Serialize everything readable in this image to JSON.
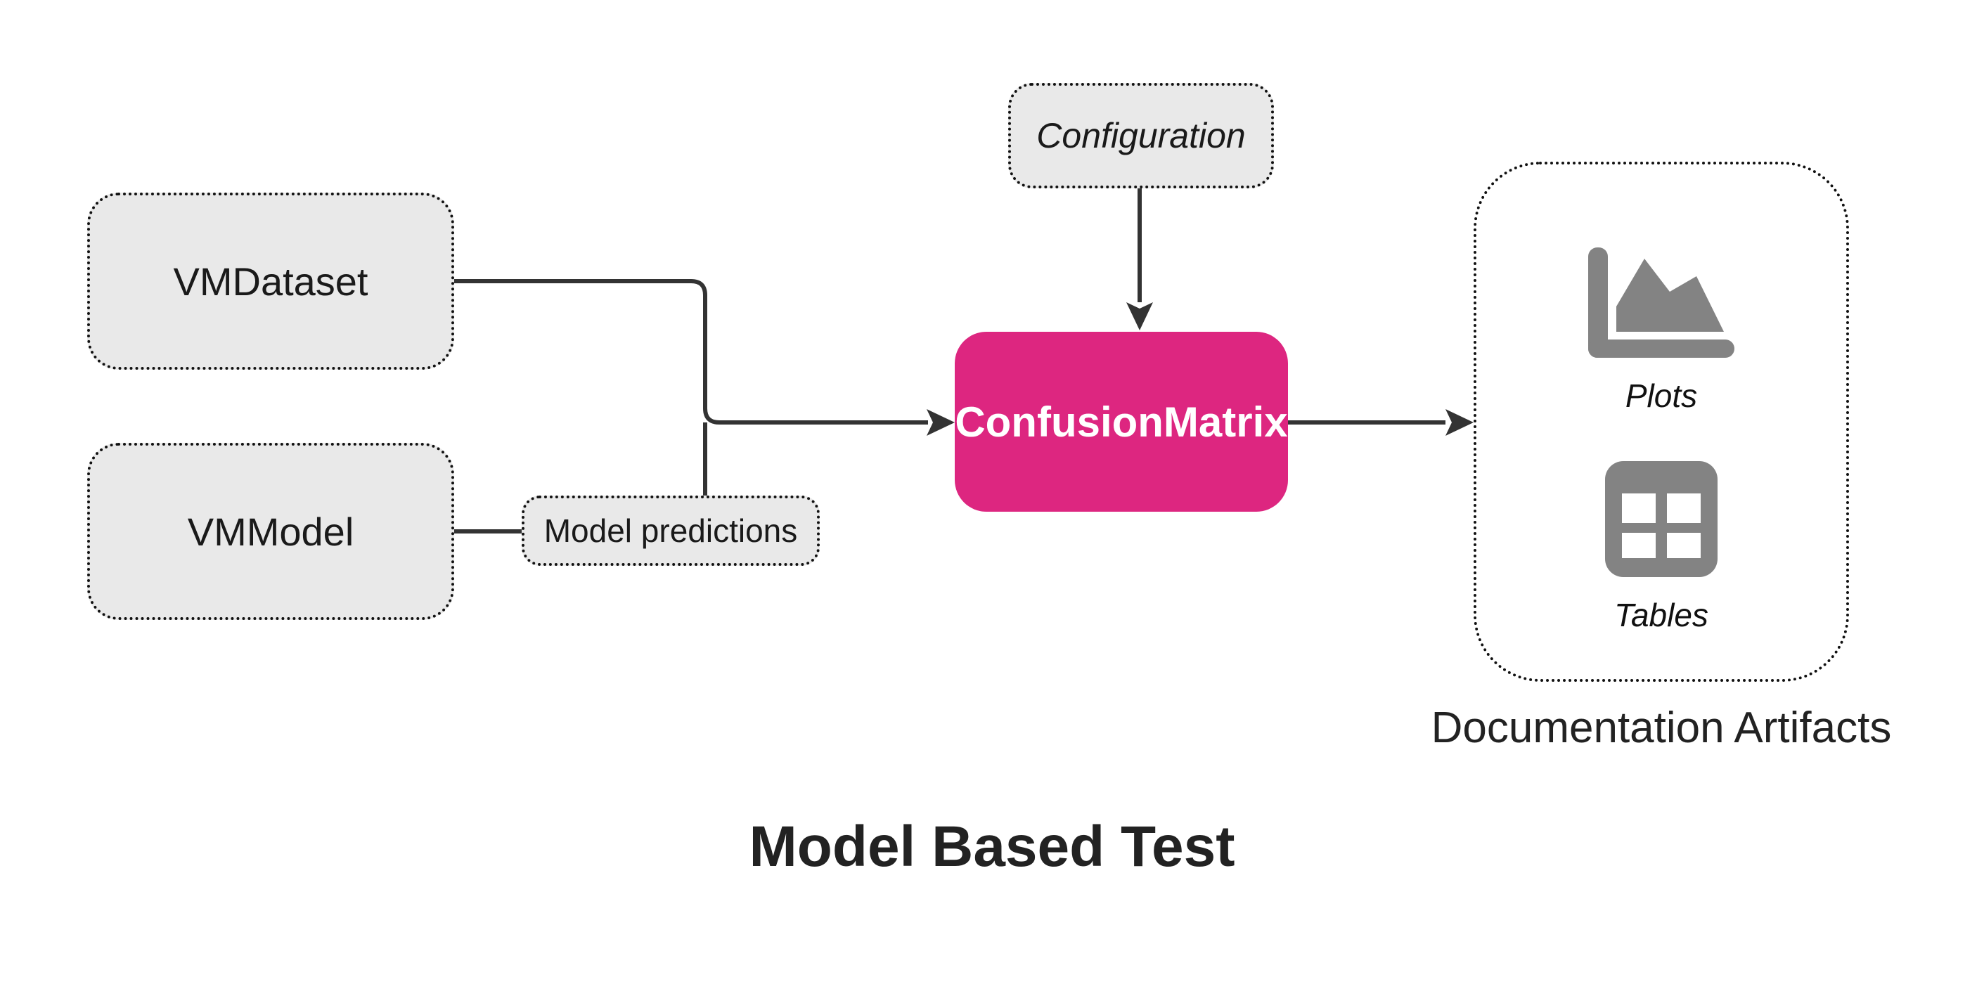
{
  "diagram": {
    "title": "Model Based Test",
    "nodes": {
      "vmdataset": {
        "label": "VMDataset"
      },
      "vmmodel": {
        "label": "VMModel"
      },
      "model_predictions": {
        "label": "Model predictions"
      },
      "configuration": {
        "label": "Configuration"
      },
      "confusion_matrix": {
        "label": "ConfusionMatrix"
      },
      "documentation_artifacts": {
        "caption": "Documentation Artifacts",
        "items": [
          {
            "icon": "plots-chart-icon",
            "label": "Plots"
          },
          {
            "icon": "tables-grid-icon",
            "label": "Tables"
          }
        ]
      }
    },
    "edges": [
      {
        "from": "vmdataset",
        "to": "confusion_matrix",
        "arrow": true
      },
      {
        "from": "vmmodel",
        "to": "model_predictions",
        "arrow": false
      },
      {
        "from": "model_predictions",
        "to": "confusion_matrix",
        "arrow": true
      },
      {
        "from": "configuration",
        "to": "confusion_matrix",
        "arrow": true
      },
      {
        "from": "confusion_matrix",
        "to": "documentation_artifacts",
        "arrow": true
      }
    ],
    "colors": {
      "background": "#ffffff",
      "node_fill": "#e9e9e9",
      "node_border": "#111111",
      "line": "#333333",
      "accent_pink": "#DD2680",
      "accent_text": "#ffffff",
      "icon_gray": "#838383",
      "text_dark": "#1a1a1a"
    }
  }
}
